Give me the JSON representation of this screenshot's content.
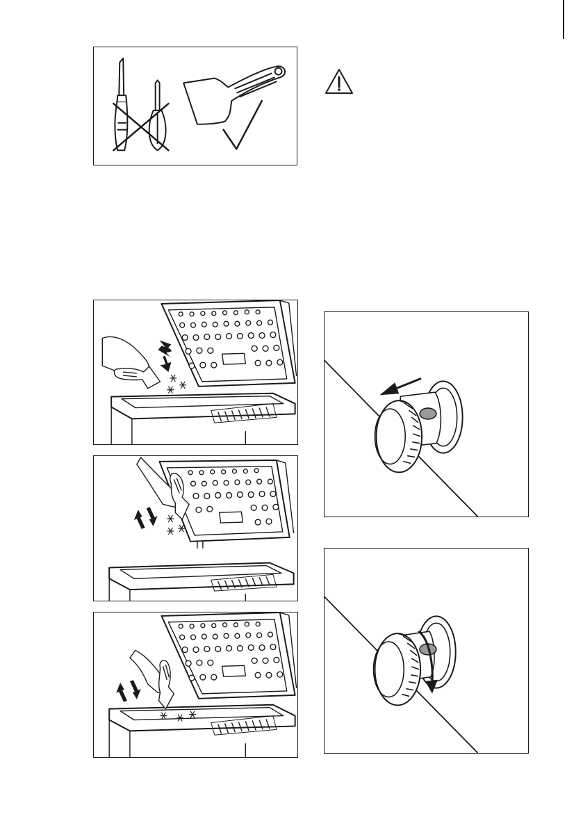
{
  "page": {
    "warning_icon": "warning-triangle-icon",
    "colors": {
      "line": "#1a1a1a",
      "panel_bg": "#ffffff",
      "plug": "#9a9a9a"
    }
  },
  "figures": [
    {
      "id": "tools",
      "icons": [
        "knife-icon",
        "screwdriver-icon",
        "cross-icon",
        "plastic-scraper-icon",
        "checkmark-icon"
      ]
    },
    {
      "id": "defrost-rim",
      "icons": [
        "hand-icon",
        "scraper-icon",
        "arrows-back-forth-icon",
        "frost-icon"
      ]
    },
    {
      "id": "defrost-lid",
      "icons": [
        "hand-icon",
        "scraper-icon",
        "arrows-up-down-icon",
        "frost-icon"
      ]
    },
    {
      "id": "defrost-floor",
      "icons": [
        "hand-icon",
        "scraper-icon",
        "arrows-up-down-icon",
        "frost-icon"
      ]
    },
    {
      "id": "drain-pull-plug",
      "icons": [
        "drain-knob-icon",
        "arrow-left-icon"
      ]
    },
    {
      "id": "drain-rotate-plug",
      "icons": [
        "drain-knob-icon",
        "rotate-arrow-icon"
      ]
    }
  ]
}
